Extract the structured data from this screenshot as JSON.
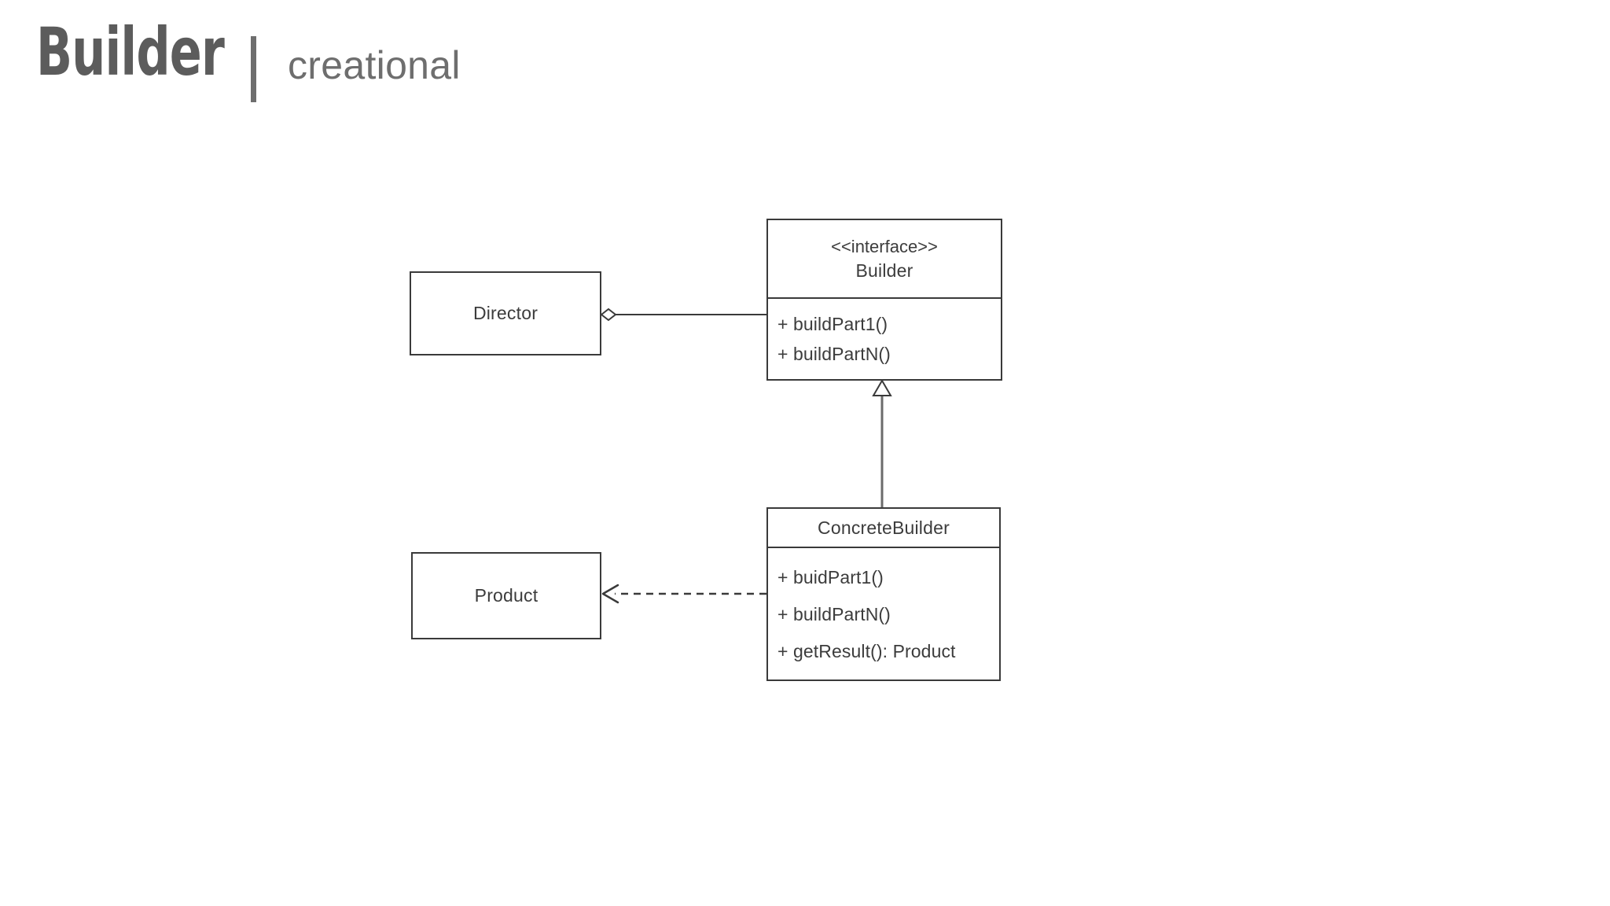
{
  "title": {
    "pattern_name": "Builder",
    "separator": "|",
    "category": "creational"
  },
  "diagram": {
    "type": "uml-class-diagram",
    "colors": {
      "stroke": "#3a3a3a",
      "text": "#3c3c3c",
      "title": "#5c5c5c",
      "background": "#ffffff"
    },
    "classes": [
      {
        "id": "director",
        "name": "Director",
        "stereotype": "",
        "members": []
      },
      {
        "id": "product",
        "name": "Product",
        "stereotype": "",
        "members": []
      },
      {
        "id": "builder",
        "name": "Builder",
        "stereotype": "<<interface>>",
        "members": [
          "+ buildPart1()",
          "+ buildPartN()"
        ]
      },
      {
        "id": "concretebuilder",
        "name": "ConcreteBuilder",
        "stereotype": "",
        "members": [
          "+ buidPart1()",
          "+ buildPartN()",
          "+ getResult(): Product"
        ]
      }
    ],
    "relationships": [
      {
        "id": "director-builder",
        "kind": "aggregation",
        "from": "director",
        "to": "builder",
        "line": "solid",
        "marker": "hollow-diamond"
      },
      {
        "id": "concretebuilder-builder",
        "kind": "generalization",
        "from": "concretebuilder",
        "to": "builder",
        "line": "solid",
        "marker": "hollow-triangle"
      },
      {
        "id": "concretebuilder-product",
        "kind": "dependency",
        "from": "concretebuilder",
        "to": "product",
        "line": "dashed",
        "marker": "open-arrow"
      }
    ]
  }
}
